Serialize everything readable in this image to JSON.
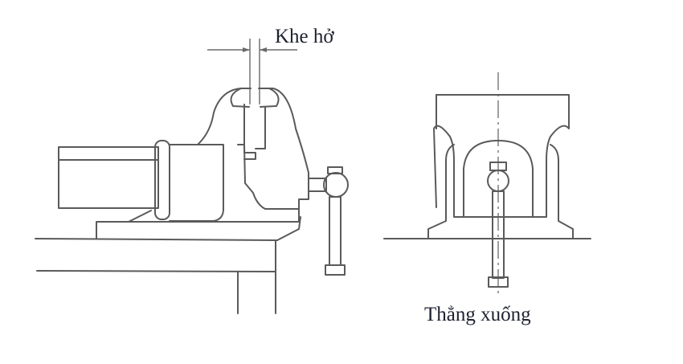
{
  "figure": {
    "title": "Bench vice mounting diagram",
    "views": [
      {
        "id": "side-view",
        "description": "Side view of bench vice mounted on workbench"
      },
      {
        "id": "front-view",
        "description": "Front view of bench vice with vertical handle"
      }
    ]
  },
  "labels": {
    "gap": "Khe hở",
    "straight_down": "Thẳng xuống"
  },
  "colors": {
    "line": "#5a5a5a",
    "text": "#1e2230",
    "background": "#ffffff"
  }
}
